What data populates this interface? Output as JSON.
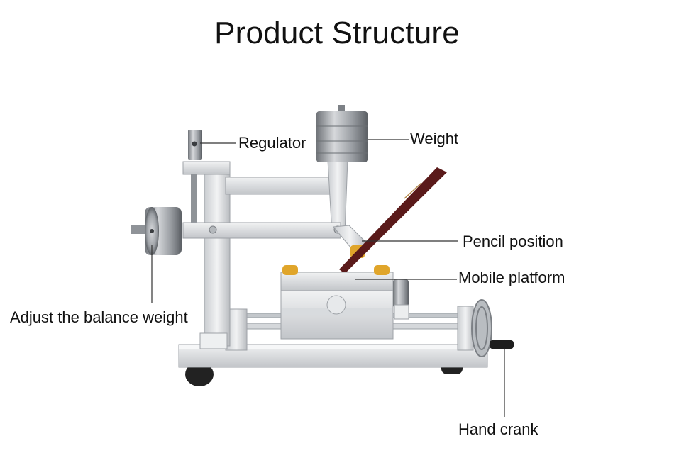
{
  "title": "Product Structure",
  "labels": {
    "regulator": "Regulator",
    "weight": "Weight",
    "pencil_position": "Pencil position",
    "mobile_platform": "Mobile platform",
    "balance_weight": "Adjust the balance weight",
    "hand_crank": "Hand crank"
  },
  "colors": {
    "metal_light": "#e4e6e8",
    "metal_mid": "#c7cacd",
    "metal_dark": "#8e9297",
    "pencil": "#5a1a1a",
    "pad": "#e0a52a",
    "foot": "#222222"
  }
}
